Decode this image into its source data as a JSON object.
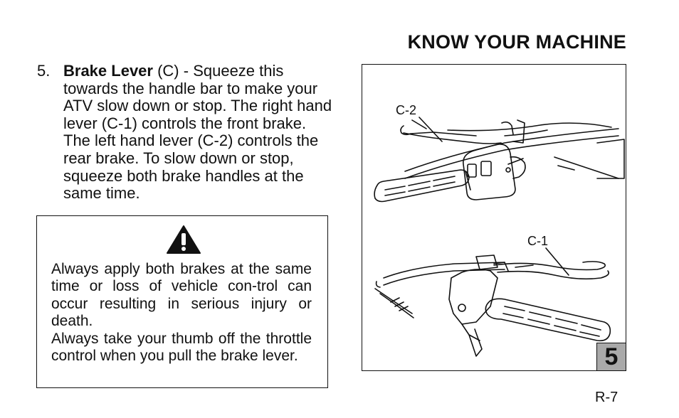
{
  "header": {
    "title": "KNOW YOUR MACHINE"
  },
  "item": {
    "number": "5.",
    "term": "Brake Lever",
    "text": " (C) - Squeeze this towards the handle bar to make your ATV slow down or stop.  The right hand lever (C-1) controls the front brake.  The left hand lever (C-2) controls the rear brake.  To slow down or stop, squeeze both brake handles at the same time."
  },
  "warning": {
    "icon": "warning-triangle-icon",
    "paragraphs": [
      "Always apply both brakes at the same time or loss of vehicle con-trol can occur resulting in serious injury or death.",
      "Always take your thumb off the throttle control when you pull the brake lever."
    ]
  },
  "figure": {
    "label_c2": "C-2",
    "label_c1": "C-1",
    "section_number": "5"
  },
  "page": {
    "number": "R-7"
  }
}
